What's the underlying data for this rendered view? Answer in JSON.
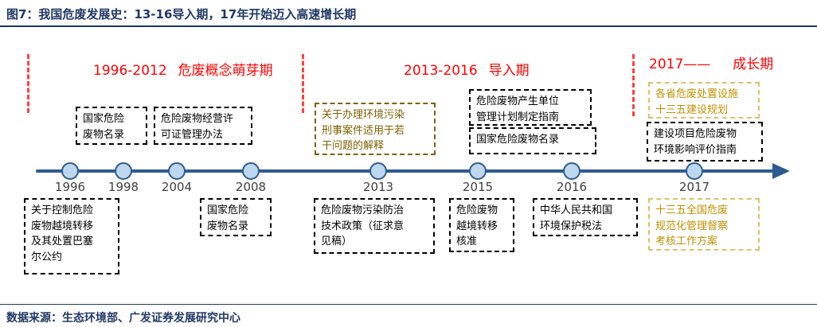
{
  "header": {
    "title": "图7：我国危废发展史：13-16导入期，17年开始迈入高速增长期"
  },
  "footer": {
    "source": "数据来源：生态环境部、广发证券发展研究中心"
  },
  "colors": {
    "navy": "#1F3864",
    "red_accent": "#FF0000",
    "gold_dark_text": "#7F6000",
    "gold_text": "#BF9000",
    "gold_border": "#D9C36A",
    "timeline_blue": "#2E5B8F",
    "dot_fill": "#BDD7EE"
  },
  "periods": [
    {
      "range": "1996-2012",
      "name": "危废概念萌芽期"
    },
    {
      "range": "2013-2016",
      "name": "导入期"
    },
    {
      "range": "2017——",
      "name": "成长期"
    }
  ],
  "timeline": {
    "years": [
      "1996",
      "1998",
      "2004",
      "2008",
      "2013",
      "2015",
      "2016",
      "2017"
    ]
  },
  "events": {
    "above": [
      {
        "lines": [
          "国家危险",
          "废物名录"
        ]
      },
      {
        "lines": [
          "危险废物经营许",
          "可证管理办法"
        ]
      },
      {
        "lines": [
          "关于办理环境污染",
          "刑事案件适用于若",
          "干问题的解释"
        ]
      },
      {
        "lines": [
          "危险废物产生单位",
          "管理计划制定指南"
        ]
      },
      {
        "lines": [
          "国家危险废物名录"
        ]
      },
      {
        "lines": [
          "各省危废处置设施",
          "十三五建设规划"
        ]
      },
      {
        "lines": [
          "建设项目危险废物",
          "环境影响评价指南"
        ]
      }
    ],
    "below": [
      {
        "lines": [
          "关于控制危险",
          "废物越境转移",
          "及其处置巴塞",
          "尔公约"
        ]
      },
      {
        "lines": [
          "国家危险",
          "废物名录"
        ]
      },
      {
        "lines": [
          "危险废物污染防治",
          "技术政策（征求意",
          "见稿）"
        ]
      },
      {
        "lines": [
          "危险废物",
          "越境转移",
          "核准"
        ]
      },
      {
        "lines": [
          "中华人民共和国",
          "环境保护税法"
        ]
      },
      {
        "lines": [
          "十三五全国危废",
          "规范化管理督察",
          "考核工作方案"
        ]
      }
    ]
  }
}
